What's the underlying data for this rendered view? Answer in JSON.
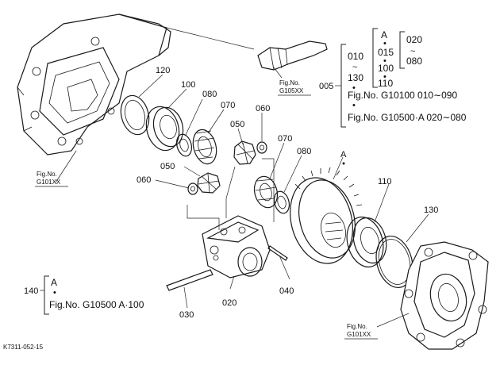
{
  "callouts": {
    "c005": "005",
    "c010": "010",
    "c015": "015",
    "c020": "020",
    "c030": "030",
    "c040": "040",
    "c050a": "050",
    "c050b": "050",
    "c060a": "060",
    "c060b": "060",
    "c070a": "070",
    "c070b": "070",
    "c080a": "080",
    "c080b": "080",
    "c080c": "080",
    "c100a": "100",
    "c100b": "100",
    "c110a": "110",
    "c110b": "110",
    "c120": "120",
    "c130a": "130",
    "c130b": "130",
    "c140": "140"
  },
  "marks": {
    "A_top": "A",
    "A_gear": "A",
    "A_140": "A",
    "dot": "•",
    "tilde": "~"
  },
  "group005": {
    "row_a": "Fig.No.  G10100  010∼090",
    "row_b": "Fig.No.  G10500·A  020∼080"
  },
  "group140": {
    "row": "Fig.No.  G10500  A·100"
  },
  "refs": {
    "g105_l1": "Fig.No.",
    "g105_l2": "G105XX",
    "g101_left_l1": "Fig.No.",
    "g101_left_l2": "G101XX",
    "g101_right_l1": "Fig.No.",
    "g101_right_l2": "G101XX"
  },
  "footer": {
    "code": "K7311-052-15"
  }
}
